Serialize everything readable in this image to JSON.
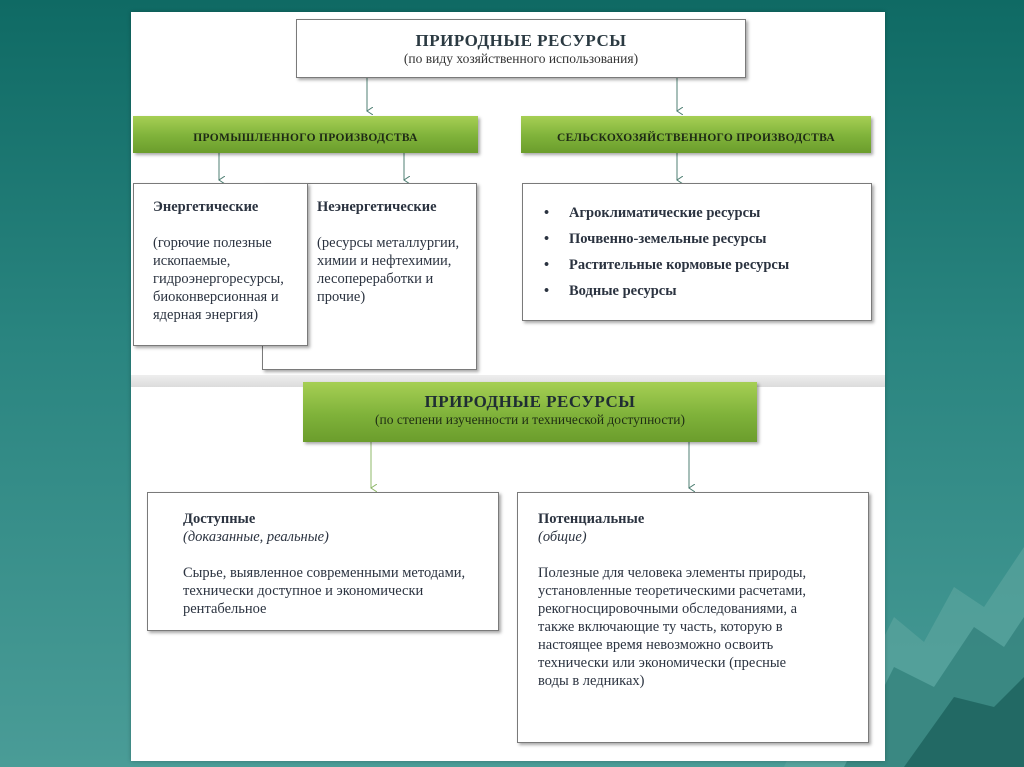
{
  "top": {
    "title": "ПРИРОДНЫЕ РЕСУРСЫ",
    "subtitle": "(по виду хозяйственного использования)"
  },
  "industrial": {
    "header": "ПРОМЫШЛЕННОГО ПРОИЗВОДСТВА",
    "energy": {
      "title": "Энергетические",
      "text": "(горючие полезные ископаемые, гидроэнергоресурсы, биоконверсионная и ядерная энергия)"
    },
    "nonenergy": {
      "title": "Неэнергетические",
      "text": "(ресурсы металлургии, химии и нефтехимии, лесопереработки и прочие)"
    }
  },
  "agricultural": {
    "header": "СЕЛЬСКОХОЗЯЙСТВЕННОГО ПРОИЗВОДСТВА",
    "items": [
      "Агроклиматические ресурсы",
      "Почвенно-земельные ресурсы",
      "Растительные кормовые ресурсы",
      "Водные ресурсы"
    ]
  },
  "bottom": {
    "title": "ПРИРОДНЫЕ РЕСУРСЫ",
    "subtitle": "(по степени изученности и технической доступности)"
  },
  "available": {
    "title": "Доступные",
    "subtitle": "(доказанные, реальные)",
    "text": "Сырье, выявленное современными методами, технически доступное и экономически рентабельное"
  },
  "potential": {
    "title": "Потенциальные",
    "subtitle": "(общие)",
    "text": "Полезные для человека элементы природы, установленные теоретическими расчетами, рекогносцировочными обследованиями, а также включающие ту часть, которую в настоящее время невозможно освоить технически или экономически (пресные воды в ледниках)"
  }
}
